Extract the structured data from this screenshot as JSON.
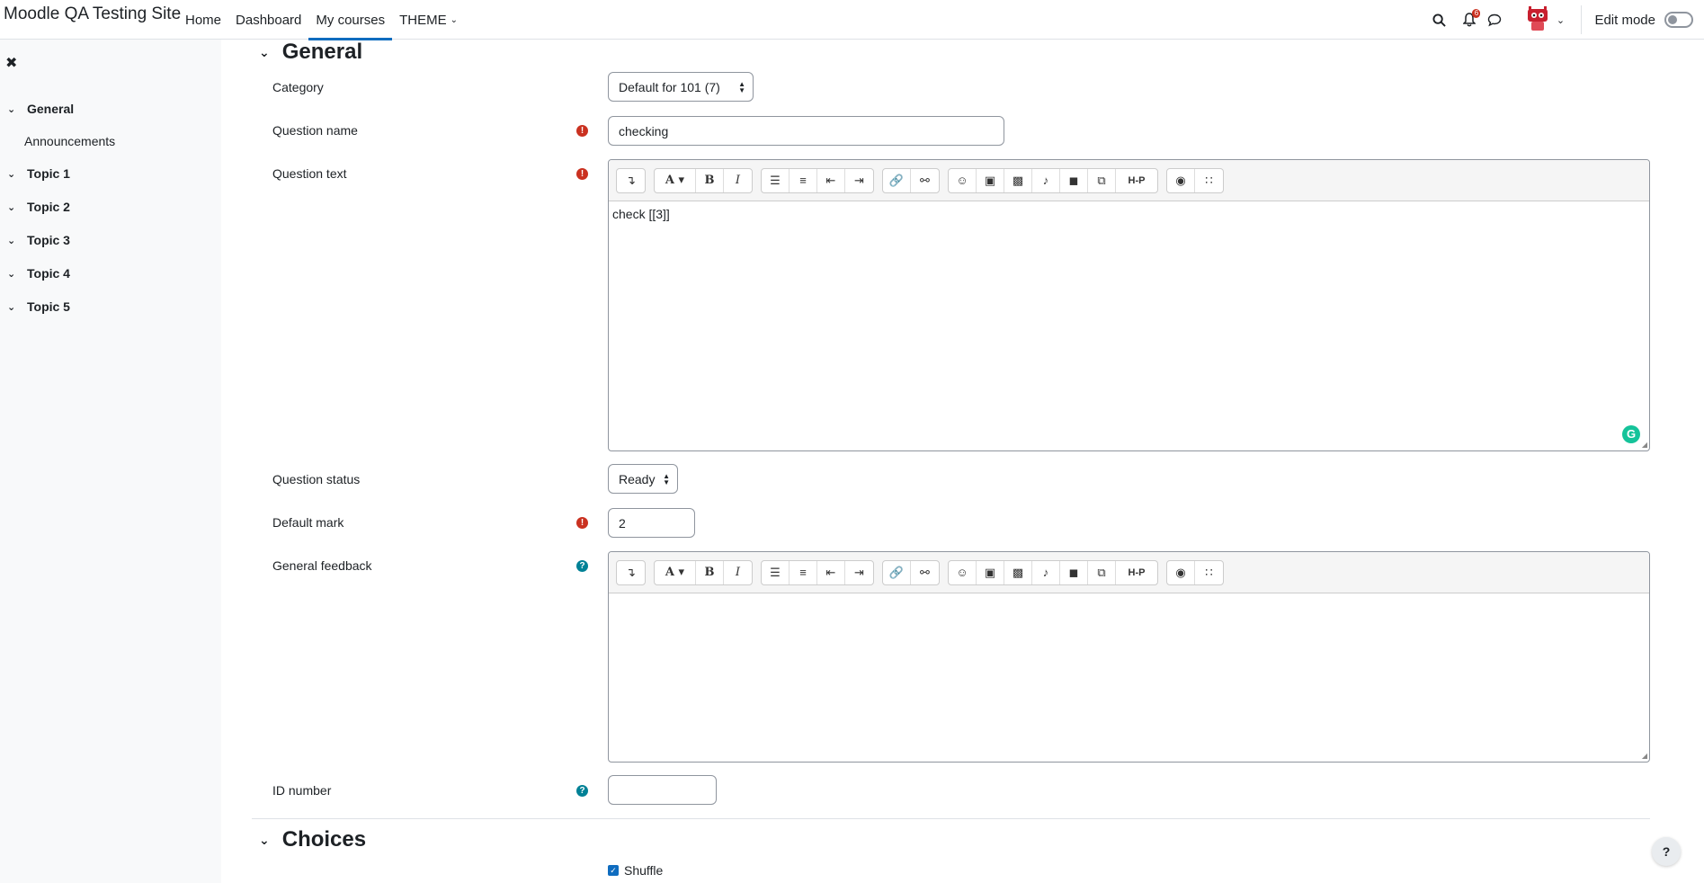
{
  "navbar": {
    "brand": "Moodle QA Testing Site",
    "links": [
      {
        "label": "Home"
      },
      {
        "label": "Dashboard"
      },
      {
        "label": "My courses"
      },
      {
        "label": "THEME"
      }
    ],
    "notification_count": "6",
    "edit_mode_label": "Edit mode",
    "icons": [
      "search-icon",
      "bell-icon",
      "chat-icon",
      "avatar",
      "chevron-down-icon"
    ]
  },
  "drawer": {
    "items": [
      {
        "label": "General"
      },
      {
        "label": "Announcements"
      },
      {
        "label": "Topic 1"
      },
      {
        "label": "Topic 2"
      },
      {
        "label": "Topic 3"
      },
      {
        "label": "Topic 4"
      },
      {
        "label": "Topic 5"
      }
    ]
  },
  "form": {
    "general_section": "General",
    "category_label": "Category",
    "category_value": "Default for 101 (7)",
    "question_name_label": "Question name",
    "question_name_value": "checking",
    "question_text_label": "Question text",
    "question_text_value": "check [[3]]",
    "question_status_label": "Question status",
    "question_status_value": "Ready",
    "default_mark_label": "Default mark",
    "default_mark_value": "2",
    "general_feedback_label": "General feedback",
    "general_feedback_value": "",
    "id_number_label": "ID number",
    "id_number_value": "",
    "choices_section": "Choices",
    "shuffle_label": "Shuffle",
    "shuffle_checked": true
  },
  "editor_toolbar": {
    "h5p_label": "H-P"
  },
  "colors": {
    "accent": "#0f6cbf",
    "required": "#ca3120",
    "help": "#008196",
    "grammarly": "#15c39a"
  }
}
